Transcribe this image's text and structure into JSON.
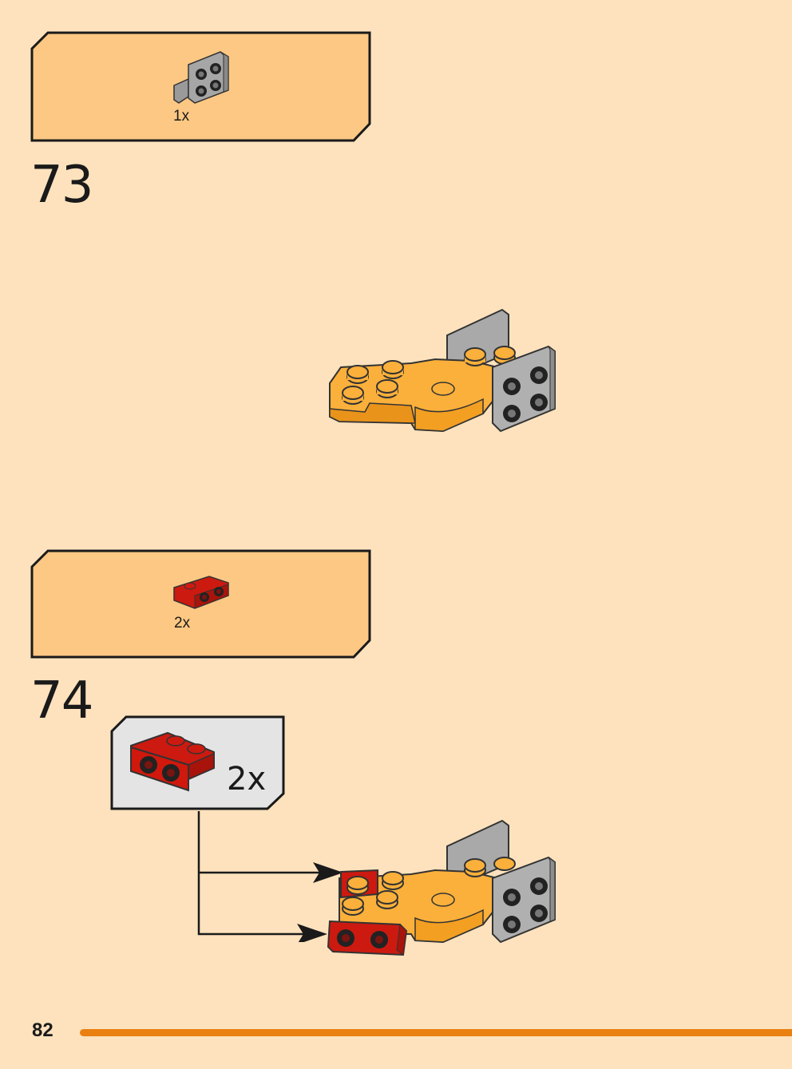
{
  "steps": [
    {
      "number": "73",
      "parts": [
        {
          "qty": "1x",
          "part": "light-gray-bracket-2x2",
          "color": "#a6a6a6"
        }
      ]
    },
    {
      "number": "74",
      "parts": [
        {
          "qty": "2x",
          "part": "red-bracket-1x2",
          "color": "#cc1a10"
        }
      ],
      "callout": {
        "qty": "2x",
        "part": "red-bracket-1x2"
      }
    }
  ],
  "page": {
    "number": "82"
  },
  "colors": {
    "page_background": "#fde2bd",
    "parts_box_fill": "#fcc883",
    "callout_fill": "#e4e4e4",
    "accent_bar": "#ea8012",
    "yellow_part": "#fbb03b",
    "gray_part": "#a6a6a6",
    "red_part": "#cc1a10"
  }
}
